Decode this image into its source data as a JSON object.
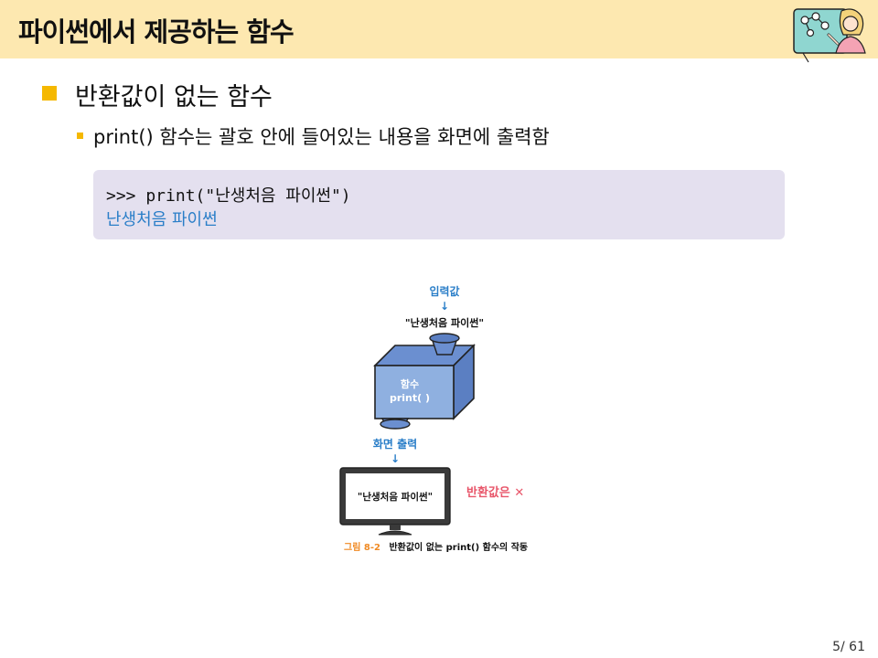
{
  "header": {
    "title": "파이썬에서 제공하는 함수"
  },
  "bullets": {
    "level1": "반환값이 없는 함수",
    "level2": "print() 함수는 괄호 안에 들어있는 내용을 화면에 출력함"
  },
  "code": {
    "line1": ">>> print(\"난생처음 파이썬\")",
    "line2": "난생처음 파이썬"
  },
  "figure": {
    "input_label": "입력값",
    "input_arrow": "↓",
    "input_value": "\"난생처음 파이썬\"",
    "box_label1": "함수",
    "box_label2": "print( )",
    "output_label": "화면 출력",
    "output_arrow": "↓",
    "screen_text": "\"난생처음 파이썬\"",
    "return_note": "반환값은 ✕",
    "caption_num": "그림 8-2",
    "caption_text": "반환값이 없는 print() 함수의 작동"
  },
  "colors": {
    "header_bg": "#fde8b0",
    "bullet": "#f5b800",
    "code_bg": "#e4e0ef",
    "output_blue": "#2a7ec8",
    "box_blue": "#8fb0e0",
    "return_red": "#e8566a",
    "caption_orange": "#f08a24"
  },
  "icons": {
    "mascot": "presenter-illustration"
  },
  "page": {
    "number": "5/ 61"
  }
}
